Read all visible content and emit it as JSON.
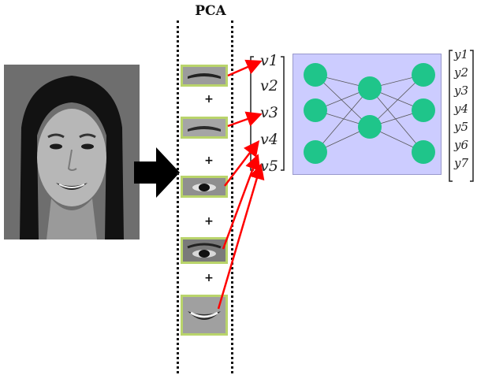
{
  "pca": {
    "label": "PCA"
  },
  "patches": [
    "eyebrow-left",
    "eyebrow-right",
    "eye-left",
    "eye-right",
    "mouth"
  ],
  "plus_sign": "+",
  "pca_outputs": [
    "v1",
    "v2",
    "v3",
    "v4",
    "v5"
  ],
  "network_outputs": [
    "y1",
    "y2",
    "y3",
    "y4",
    "y5",
    "y6",
    "y7"
  ],
  "network": {
    "layers": [
      3,
      2,
      3
    ]
  },
  "colors": {
    "node_fill": "#1fc58a",
    "panel": "#ccccff",
    "patch_border": "#b9d46b",
    "arrow": "#ff0000"
  }
}
